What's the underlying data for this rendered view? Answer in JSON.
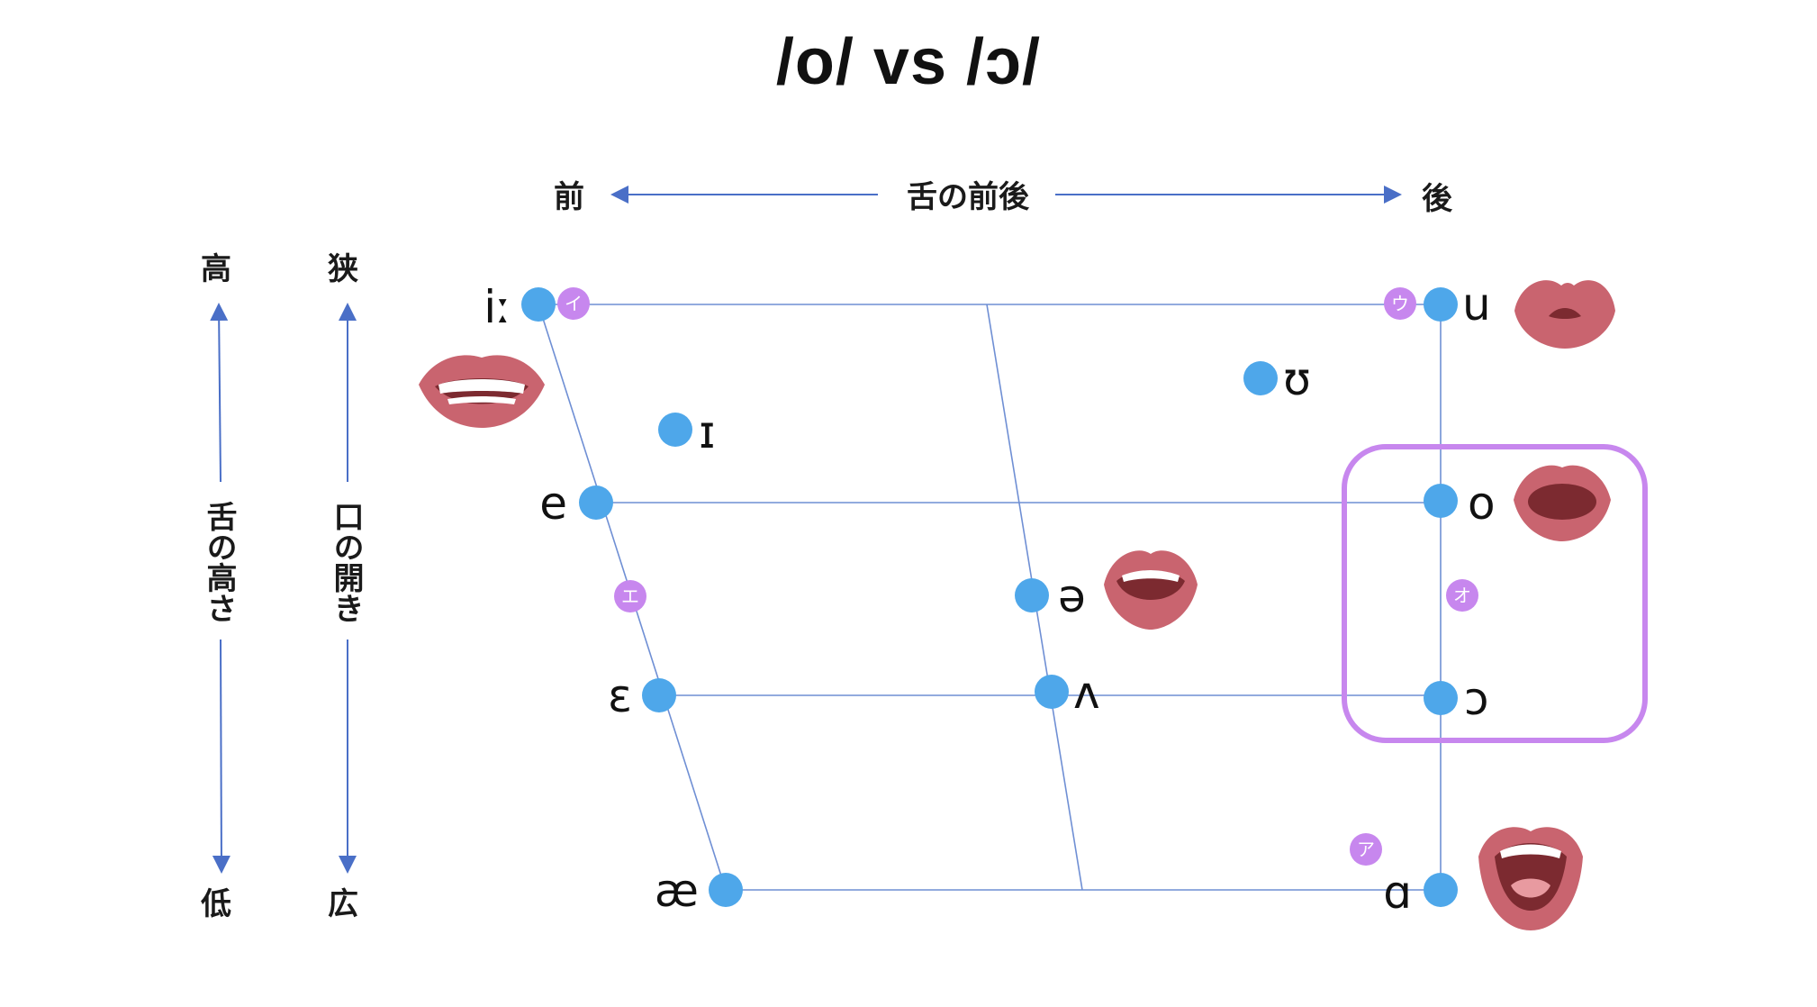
{
  "title": "/o/ vs /ɔ/",
  "axes": {
    "front": "前",
    "back": "後",
    "horizontal": "舌の前後",
    "high": "高",
    "low": "低",
    "tongue_height": "舌の高さ",
    "close": "狭",
    "open": "広",
    "mouth_opening": "口の開き"
  },
  "vowels": [
    {
      "id": "i-long",
      "symbol": "iː"
    },
    {
      "id": "small-i",
      "symbol": "ɪ"
    },
    {
      "id": "u",
      "symbol": "u"
    },
    {
      "id": "upsilon",
      "symbol": "ʊ"
    },
    {
      "id": "e",
      "symbol": "e"
    },
    {
      "id": "o",
      "symbol": "o"
    },
    {
      "id": "schwa",
      "symbol": "ə"
    },
    {
      "id": "epsilon",
      "symbol": "ɛ"
    },
    {
      "id": "wedge",
      "symbol": "ʌ"
    },
    {
      "id": "open-o",
      "symbol": "ɔ"
    },
    {
      "id": "ash",
      "symbol": "æ"
    },
    {
      "id": "script-a",
      "symbol": "ɑ"
    }
  ],
  "kana": [
    {
      "id": "i",
      "text": "イ"
    },
    {
      "id": "u",
      "text": "ウ"
    },
    {
      "id": "e",
      "text": "エ"
    },
    {
      "id": "o",
      "text": "オ"
    },
    {
      "id": "a",
      "text": "ア"
    }
  ],
  "colors": {
    "dot": "#4ea7ea",
    "line": "#6f8fd4",
    "kana": "#c787ee",
    "highlight": "#c787ee",
    "lip": "#c9646f",
    "lip_dark": "#7c2a30",
    "teeth": "#ffffff"
  },
  "icons": [
    "mouth-spread-icon",
    "mouth-rounded-icon",
    "mouth-round-open-icon",
    "mouth-neutral-open-icon",
    "mouth-wide-open-icon"
  ]
}
